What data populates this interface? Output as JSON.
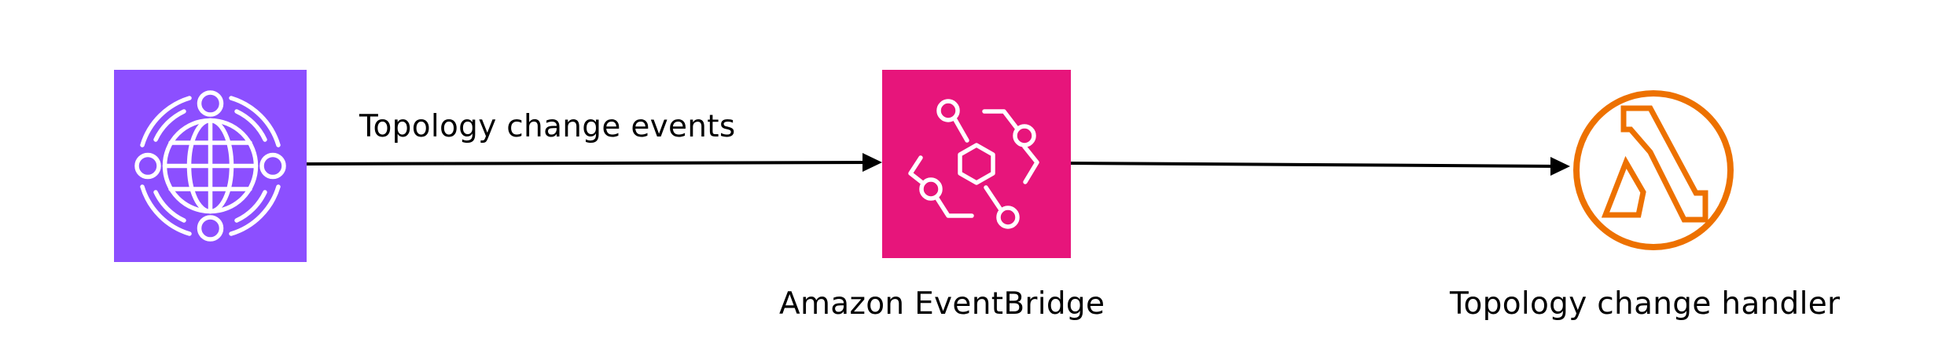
{
  "diagram": {
    "nodes": [
      {
        "id": "network",
        "label": "",
        "icon": "globe-network-icon",
        "color": "#8c4fff"
      },
      {
        "id": "eventbridge",
        "label": "Amazon EventBridge",
        "icon": "eventbridge-icon",
        "color": "#e7157b"
      },
      {
        "id": "handler",
        "label": "Topology change handler",
        "icon": "lambda-icon",
        "color": "#ed7100"
      }
    ],
    "edges": [
      {
        "from": "network",
        "to": "eventbridge",
        "label": "Topology change events"
      },
      {
        "from": "eventbridge",
        "to": "handler",
        "label": ""
      }
    ]
  }
}
